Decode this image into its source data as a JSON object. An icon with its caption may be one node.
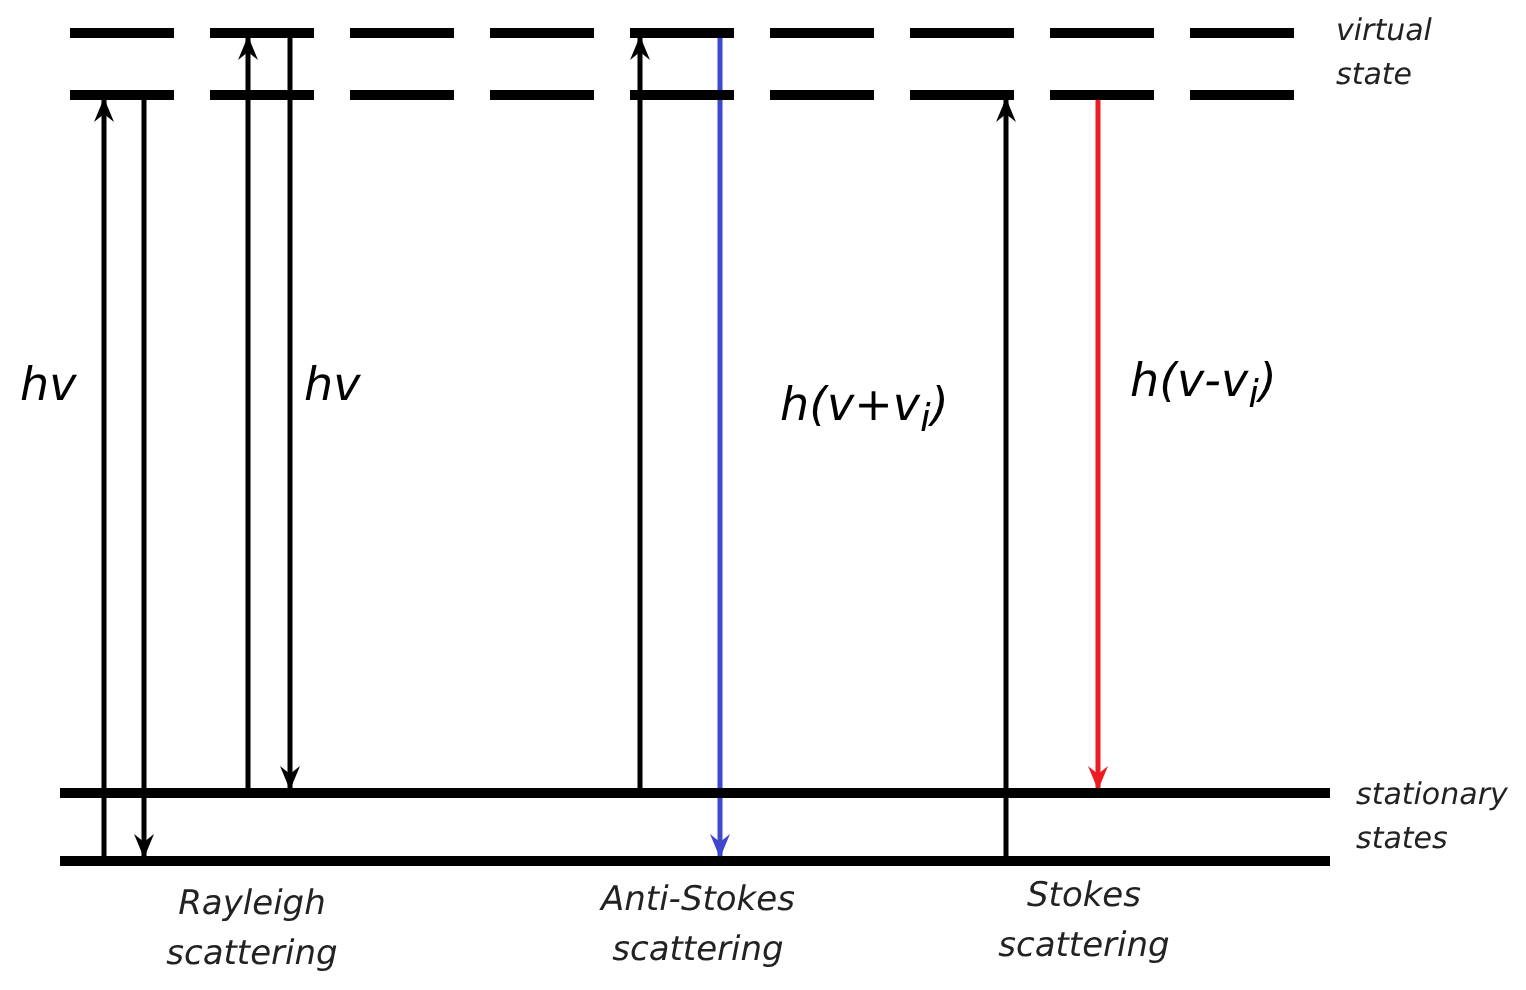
{
  "diagram": {
    "nodes": [
      {
        "text": [],
        "shape": "bar"
      },
      {
        "text": [],
        "shape": "bar"
      },
      {
        "text": [],
        "shape": "bar"
      },
      {
        "text": [],
        "shape": "bar"
      }
    ],
    "edges": [
      {
        "from": 3,
        "to": 1,
        "arrow": "to",
        "label": "hv"
      },
      {
        "from": 1,
        "to": 3,
        "arrow": "to"
      },
      {
        "from": 2,
        "to": 0,
        "arrow": "to"
      },
      {
        "from": 0,
        "to": 2,
        "arrow": "to",
        "label": "hv"
      },
      {
        "from": 2,
        "to": 0,
        "arrow": "to"
      },
      {
        "from": 0,
        "to": 3,
        "arrow": "to",
        "label": "h(v+v$_{i}$)",
        "color": "#3f48cc"
      },
      {
        "from": 3,
        "to": 1,
        "arrow": "to"
      },
      {
        "from": 1,
        "to": 2,
        "arrow": "to",
        "label": "h(v-v$_{i}$)",
        "color": "#ed1c24"
      }
    ],
    "labels": [
      "virtual state",
      "stationary states",
      "Rayleigh scattering",
      "Anti-Stokes scattering",
      "Stokes scattering"
    ]
  }
}
